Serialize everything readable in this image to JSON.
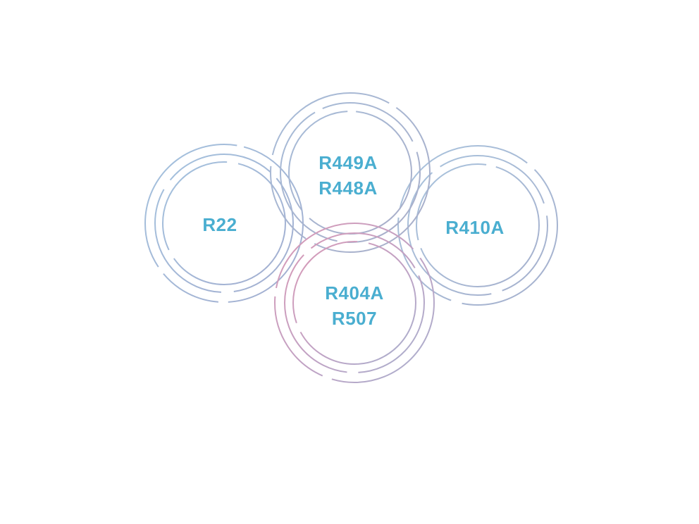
{
  "diagram": {
    "colors": {
      "label": "#4aaed0",
      "ring_blue": "#9db6d6",
      "ring_steel": "#a9b6cf",
      "ring_pink": "#d49bb6",
      "ring_violet": "#b2a6c9"
    },
    "clusters": [
      {
        "id": "r22",
        "lines": [
          "R22"
        ]
      },
      {
        "id": "r449a-r448a",
        "lines": [
          "R449A",
          "R448A"
        ]
      },
      {
        "id": "r410a",
        "lines": [
          "R410A"
        ]
      },
      {
        "id": "r404a-r507",
        "lines": [
          "R404A",
          "R507"
        ]
      }
    ]
  }
}
